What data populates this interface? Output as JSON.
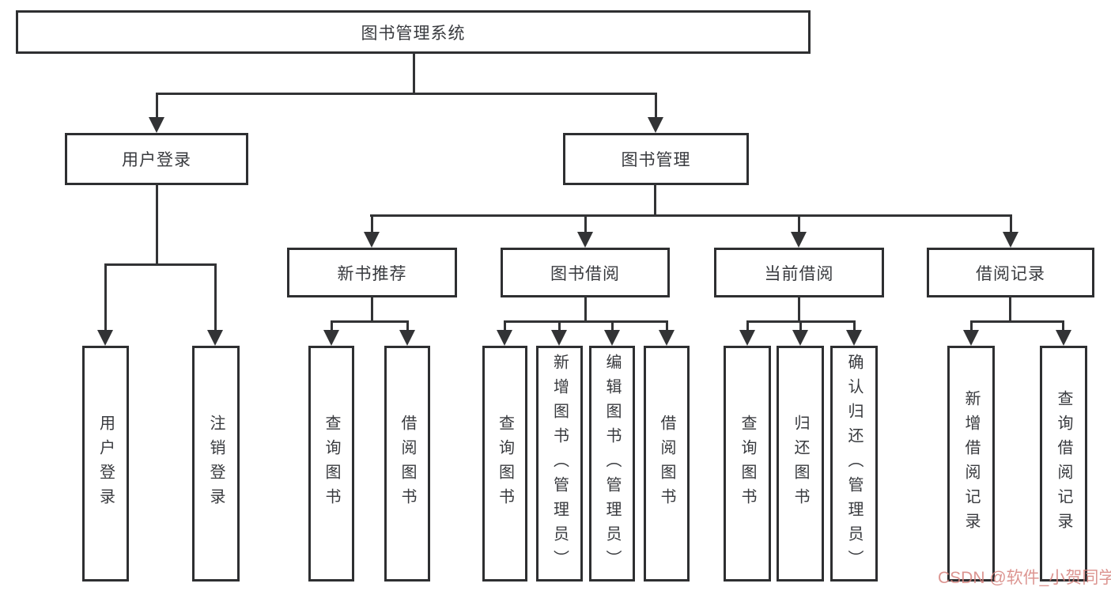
{
  "diagram_title": "图书管理系统",
  "tree": {
    "root": "图书管理系统",
    "user_login": {
      "label": "用户登录",
      "children": [
        "用户登录",
        "注销登录"
      ]
    },
    "book_mgmt": {
      "label": "图书管理",
      "groups": [
        {
          "label": "新书推荐",
          "children": [
            "查询图书",
            "借阅图书"
          ]
        },
        {
          "label": "图书借阅",
          "children": [
            "查询图书",
            "新增图书（管理员）",
            "编辑图书（管理员）",
            "借阅图书"
          ]
        },
        {
          "label": "当前借阅",
          "children": [
            "查询图书",
            "归还图书",
            "确认归还（管理员）"
          ]
        },
        {
          "label": "借阅记录",
          "children": [
            "新增借阅记录",
            "查询借阅记录"
          ]
        }
      ]
    }
  },
  "watermark": {
    "text": "CSDN @软件_小贺同学",
    "color": "#d6827e"
  },
  "icons": {
    "connector_arrow": "arrow-down-icon"
  },
  "colors": {
    "background": "#ffffff",
    "box_border": "#2e2f31",
    "line": "#323335",
    "text": "#383a3e"
  }
}
